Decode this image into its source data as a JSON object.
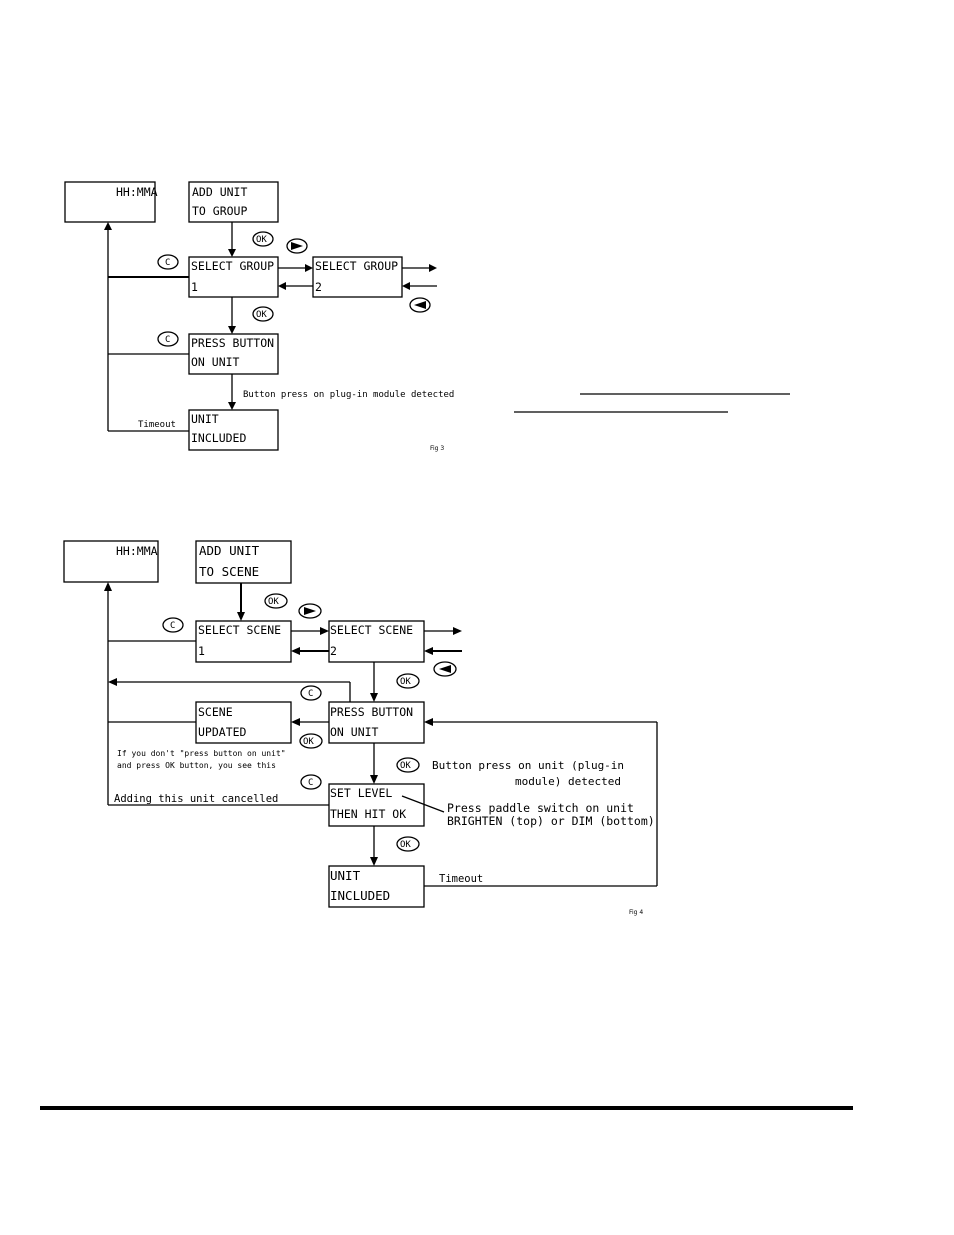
{
  "fig3": {
    "clock": "HH:MMA",
    "add_unit": [
      "ADD UNIT",
      "TO GROUP"
    ],
    "select_group_1": [
      "SELECT GROUP",
      "1"
    ],
    "select_group_2": [
      "SELECT GROUP",
      "2"
    ],
    "press_button": [
      "PRESS BUTTON",
      "ON UNIT"
    ],
    "unit_included": [
      "UNIT",
      "INCLUDED"
    ],
    "note_detected": "Button press on plug-in module detected",
    "timeout": "Timeout",
    "fig_label": "Fig 3"
  },
  "fig4": {
    "clock": "HH:MMA",
    "add_unit": [
      "ADD UNIT",
      "TO SCENE"
    ],
    "select_scene_1": [
      "SELECT SCENE",
      "1"
    ],
    "select_scene_2": [
      "SELECT SCENE",
      "2"
    ],
    "scene_updated": [
      "SCENE",
      "UPDATED"
    ],
    "press_button": [
      "PRESS BUTTON",
      "ON UNIT"
    ],
    "set_level": [
      "SET LEVEL",
      "THEN HIT OK"
    ],
    "unit_included": [
      "UNIT",
      "INCLUDED"
    ],
    "note_no_press": [
      "If you don't \"press button on unit\"",
      "and press OK button, you see this"
    ],
    "note_detected": [
      "Button press on unit (plug-in",
      "module) detected"
    ],
    "note_paddle": [
      "Press paddle switch on unit",
      "BRIGHTEN (top) or DIM (bottom)"
    ],
    "note_cancel": "Adding this unit cancelled",
    "timeout": "Timeout",
    "fig_label": "Fig 4"
  },
  "keys": {
    "ok": "OK",
    "cancel": "C",
    "right": "right-arrow-icon",
    "left": "left-arrow-icon"
  }
}
